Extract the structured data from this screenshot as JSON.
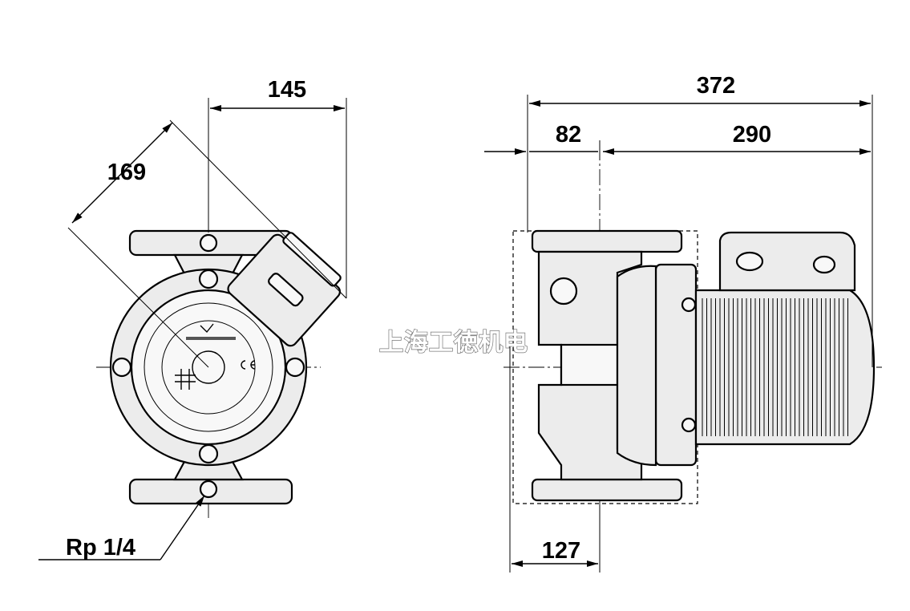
{
  "dimensions": {
    "front_width": "145",
    "front_diagonal": "169",
    "connection": "Rp 1/4",
    "side_overall": "372",
    "side_left": "82",
    "side_right": "290",
    "side_bottom": "127"
  },
  "watermark": "上海工徳机电",
  "colors": {
    "line": "#000000",
    "body_fill": "#ececec",
    "background": "#ffffff"
  }
}
